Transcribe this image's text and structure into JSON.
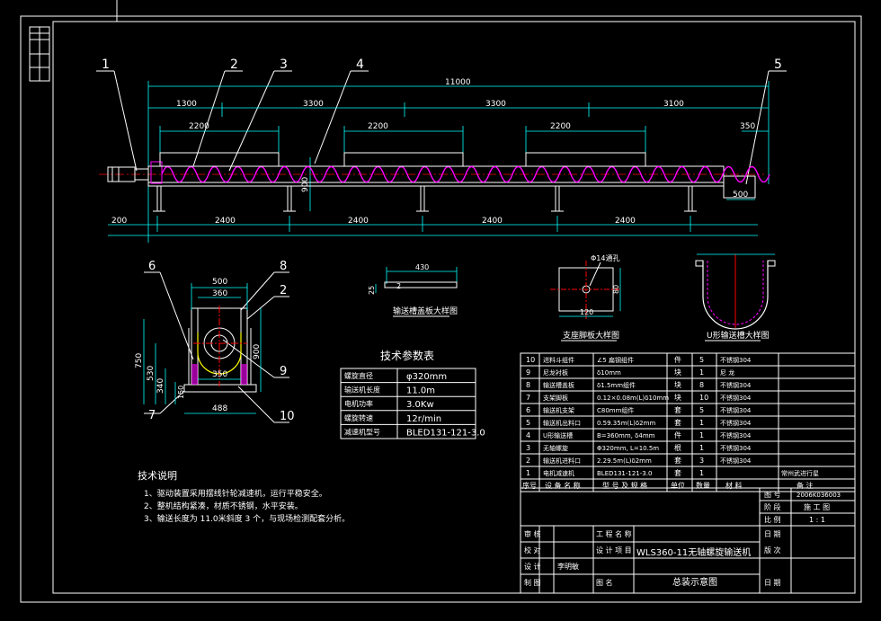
{
  "colors": {
    "background": "#000000",
    "frame": "#ffffff",
    "dimension": "#00ffff",
    "screw": "#ff00ff",
    "centerline": "#ff0000",
    "text": "#ffffff",
    "trough": "#ffff00"
  },
  "main_view": {
    "balloons": [
      "1",
      "2",
      "3",
      "4",
      "5"
    ],
    "dim_total": "11000",
    "dims_top_row": [
      "1300",
      "3300",
      "3300",
      "3100"
    ],
    "dims_second_row": [
      "2200",
      "2200",
      "2200"
    ],
    "dim_350": "350",
    "dim_900": "900",
    "dim_500": "500",
    "dim_200": "200",
    "dims_bottom": [
      "2400",
      "2400",
      "2400",
      "2400"
    ]
  },
  "section_view": {
    "balloons": [
      "6",
      "8",
      "2",
      "9",
      "7",
      "10"
    ],
    "dims": {
      "top_500": "500",
      "top_360": "360",
      "h_750": "750",
      "h_530": "530",
      "h_340": "340",
      "w_350": "350",
      "w_488": "488",
      "h_900": "900",
      "w_150": "150"
    }
  },
  "plate_detail": {
    "dims": [
      "430",
      "25",
      "2"
    ],
    "caption": "输送槽盖板大样图"
  },
  "support_detail": {
    "note": "Φ14通孔",
    "dims": [
      "120",
      "80"
    ],
    "caption": "支座脚板大样图"
  },
  "trough_detail": {
    "caption": "U形输送槽大样图"
  },
  "tech_params": {
    "title": "技术参数表",
    "rows": [
      [
        "螺旋直径",
        "φ320mm"
      ],
      [
        "输送机长度",
        "11.0m"
      ],
      [
        "电机功率",
        "3.0Kw"
      ],
      [
        "螺旋转速",
        "12r/min"
      ],
      [
        "减速机型号",
        "BLED131-121-3.0"
      ]
    ]
  },
  "tech_notes": {
    "title": "技术说明",
    "items": [
      "1、驱动装置采用摆线针轮减速机，运行平稳安全。",
      "2、整机结构紧凑，材质不锈钢，水平安装。",
      "3、输送长度为    11.0米斜度 3 个，与现场检测配套分析。"
    ]
  },
  "parts_list": {
    "rows": [
      [
        "10",
        "进料斗组件",
        "∠5 扁钢组件",
        "件",
        "5",
        "不锈钢304",
        ""
      ],
      [
        "9",
        "尼龙衬板",
        "δ10mm",
        "块",
        "1",
        "尼  龙",
        ""
      ],
      [
        "8",
        "输送槽盖板",
        "δ1.5mm组件",
        "块",
        "8",
        "不锈钢304",
        ""
      ],
      [
        "7",
        "支架脚板",
        "0.12×0.08m(L)δ10mm",
        "块",
        "10",
        "不锈钢304",
        ""
      ],
      [
        "6",
        "输送机支架",
        "C80mm组件",
        "套",
        "5",
        "不锈钢304",
        ""
      ],
      [
        "5",
        "输送机出料口",
        "0.59.35m(L)δ2mm",
        "套",
        "1",
        "不锈钢304",
        ""
      ],
      [
        "4",
        "U形输送槽",
        "B=360mm, δ4mm",
        "件",
        "1",
        "不锈钢304",
        ""
      ],
      [
        "3",
        "无轴螺旋",
        "Φ320mm, L=10.5m",
        "根",
        "1",
        "不锈钢304",
        ""
      ],
      [
        "2",
        "输送机进料口",
        "2.29.5m(L)δ2mm",
        "套",
        "3",
        "不锈钢304",
        ""
      ],
      [
        "1",
        "电机减速机",
        "BLED131-121-3.0",
        "套",
        "1",
        "",
        "常州武进行星"
      ]
    ],
    "header": [
      "序号",
      "设 备 名 称",
      "型 号 及 规 格",
      "单位",
      "数量",
      "材 料",
      "备 注"
    ]
  },
  "title_block": {
    "drawing_no_label": "图 号",
    "drawing_no": "2006K036003",
    "stage_label": "阶 段",
    "stage": "施 工 图",
    "scale_label": "比 例",
    "scale": "1 : 1",
    "project_label": "工 程 名 称",
    "project_name_label": "设 计 项 目",
    "equipment_name": "WLS360-11无轴螺旋输送机",
    "figure_label": "图    名",
    "figure_name": "总装示意图",
    "rows_left": [
      "审 核",
      "校 对",
      "设 计",
      "制 图"
    ],
    "designer": "李明敏",
    "right_labels": [
      "日 期",
      "版 次",
      "日 期"
    ]
  }
}
